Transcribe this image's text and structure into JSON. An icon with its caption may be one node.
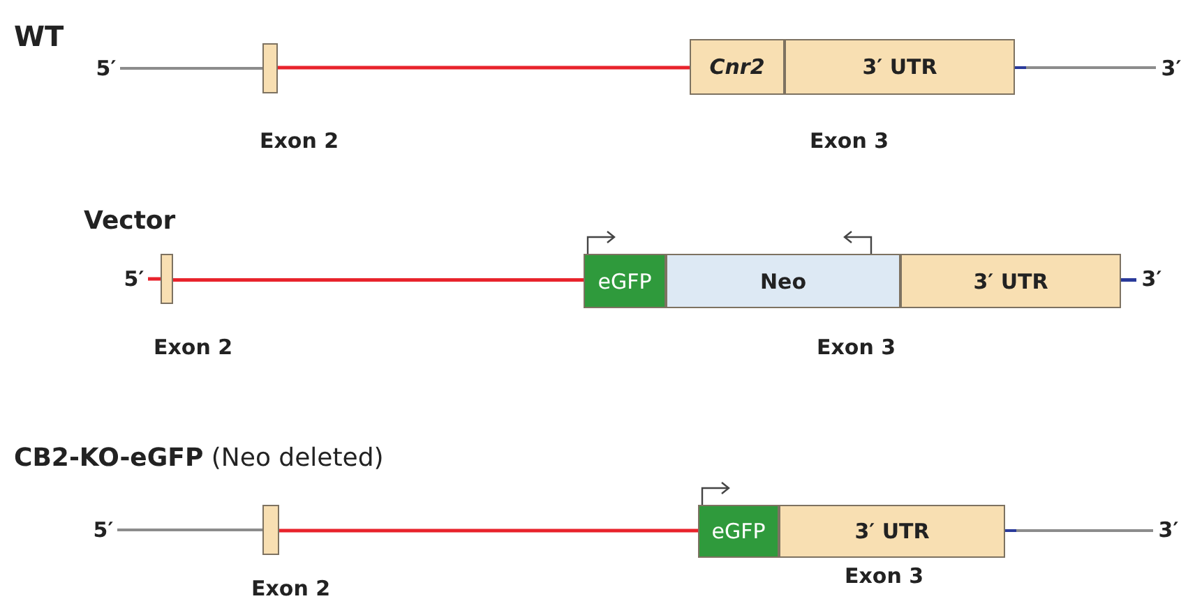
{
  "diagram": {
    "nodes": [
      {
        "text": [
          "5′"
        ]
      },
      {
        "text": [],
        "shape": "box",
        "beside": [
          "Exon 2"
        ]
      },
      {
        "text": [
          "Cnr2"
        ]
      },
      {
        "text": [
          "3′ UTR"
        ]
      },
      {
        "text": [
          "3′"
        ]
      },
      {
        "text": [
          "5′"
        ]
      },
      {
        "text": [],
        "shape": "box",
        "beside": [
          "Exon 2"
        ]
      },
      {
        "text": [
          "eGFP"
        ]
      },
      {
        "text": [
          "Neo"
        ]
      },
      {
        "text": [
          "3′ UTR"
        ]
      },
      {
        "text": [
          "3′"
        ]
      },
      {
        "text": [
          "5′"
        ]
      },
      {
        "text": [],
        "shape": "box",
        "beside": [
          "Exon 2"
        ]
      },
      {
        "text": [
          "eGFP"
        ]
      },
      {
        "text": [
          "3′ UTR"
        ]
      },
      {
        "text": [
          "3′"
        ]
      }
    ],
    "edges": [
      {
        "from": 0,
        "to": 1,
        "arrow": "none",
        "color": "#8c8c8c"
      },
      {
        "from": 1,
        "to": 2,
        "arrow": "none",
        "color": "#e8232c"
      },
      {
        "from": 3,
        "to": 4,
        "arrow": "none",
        "color": "#8c8c8c"
      },
      {
        "from": 5,
        "to": 6,
        "arrow": "none",
        "color": "#e8232c"
      },
      {
        "from": 6,
        "to": 7,
        "arrow": "none",
        "color": "#e8232c"
      },
      {
        "from": 9,
        "to": 10,
        "arrow": "none",
        "color": "#2a3a9a"
      },
      {
        "from": 11,
        "to": 12,
        "arrow": "none",
        "color": "#8c8c8c"
      },
      {
        "from": 12,
        "to": 13,
        "arrow": "none",
        "color": "#e8232c"
      },
      {
        "from": 14,
        "to": 15,
        "arrow": "none",
        "color": "#8c8c8c"
      }
    ],
    "labels": [
      "WT",
      "Exon 3",
      "Vector",
      "Exon 3",
      "**CB2-KO-eGFP** (Neo deleted)",
      "Exon 3"
    ]
  }
}
